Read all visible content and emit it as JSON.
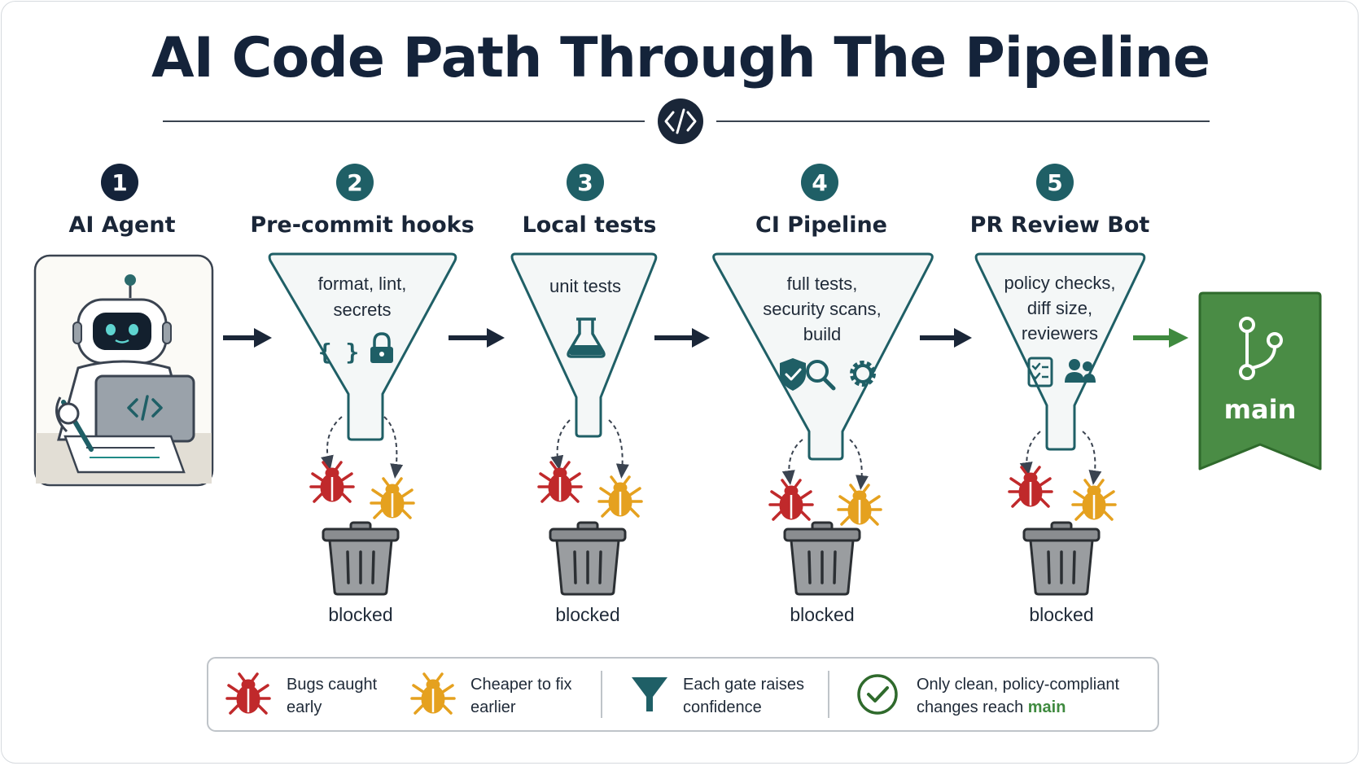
{
  "title": "AI Code Path Through The Pipeline",
  "divider_icon": "code-brackets-icon",
  "steps": [
    {
      "number": "1",
      "title": "AI Agent",
      "icon": "robot-with-laptop-icon"
    },
    {
      "number": "2",
      "title": "Pre-commit hooks",
      "lines": [
        "format, lint,",
        "secrets"
      ],
      "icons": [
        "braces-icon",
        "lock-icon"
      ],
      "blocked": "blocked"
    },
    {
      "number": "3",
      "title": "Local tests",
      "lines": [
        "unit tests"
      ],
      "icons": [
        "flask-icon"
      ],
      "blocked": "blocked"
    },
    {
      "number": "4",
      "title": "CI Pipeline",
      "lines": [
        "full tests,",
        "security scans,",
        "build"
      ],
      "icons": [
        "shield-check-icon",
        "magnifier-icon",
        "gear-icon"
      ],
      "blocked": "blocked"
    },
    {
      "number": "5",
      "title": "PR Review Bot",
      "lines": [
        "policy checks,",
        "diff size,",
        "reviewers"
      ],
      "icons": [
        "checklist-icon",
        "people-icon"
      ],
      "blocked": "blocked"
    }
  ],
  "destination": {
    "label": "main",
    "icon": "git-branch-icon"
  },
  "legend": [
    {
      "icon": "red-bug-icon",
      "lines": [
        "Bugs caught",
        "early"
      ]
    },
    {
      "icon": "orange-bug-icon",
      "lines": [
        "Cheaper to fix",
        "earlier"
      ]
    },
    {
      "icon": "funnel-icon",
      "lines": [
        "Each gate raises",
        "confidence"
      ]
    },
    {
      "icon": "check-circle-icon",
      "line1": "Only clean, policy-compliant",
      "line2_prefix": "changes reach ",
      "line2_strong": "main"
    }
  ],
  "colors": {
    "navy": "#14233a",
    "teal": "#1f5f66",
    "green": "#4a8c45",
    "bug_red": "#c0292b",
    "bug_orange": "#e5a11f",
    "trash": "#8a8d90"
  }
}
